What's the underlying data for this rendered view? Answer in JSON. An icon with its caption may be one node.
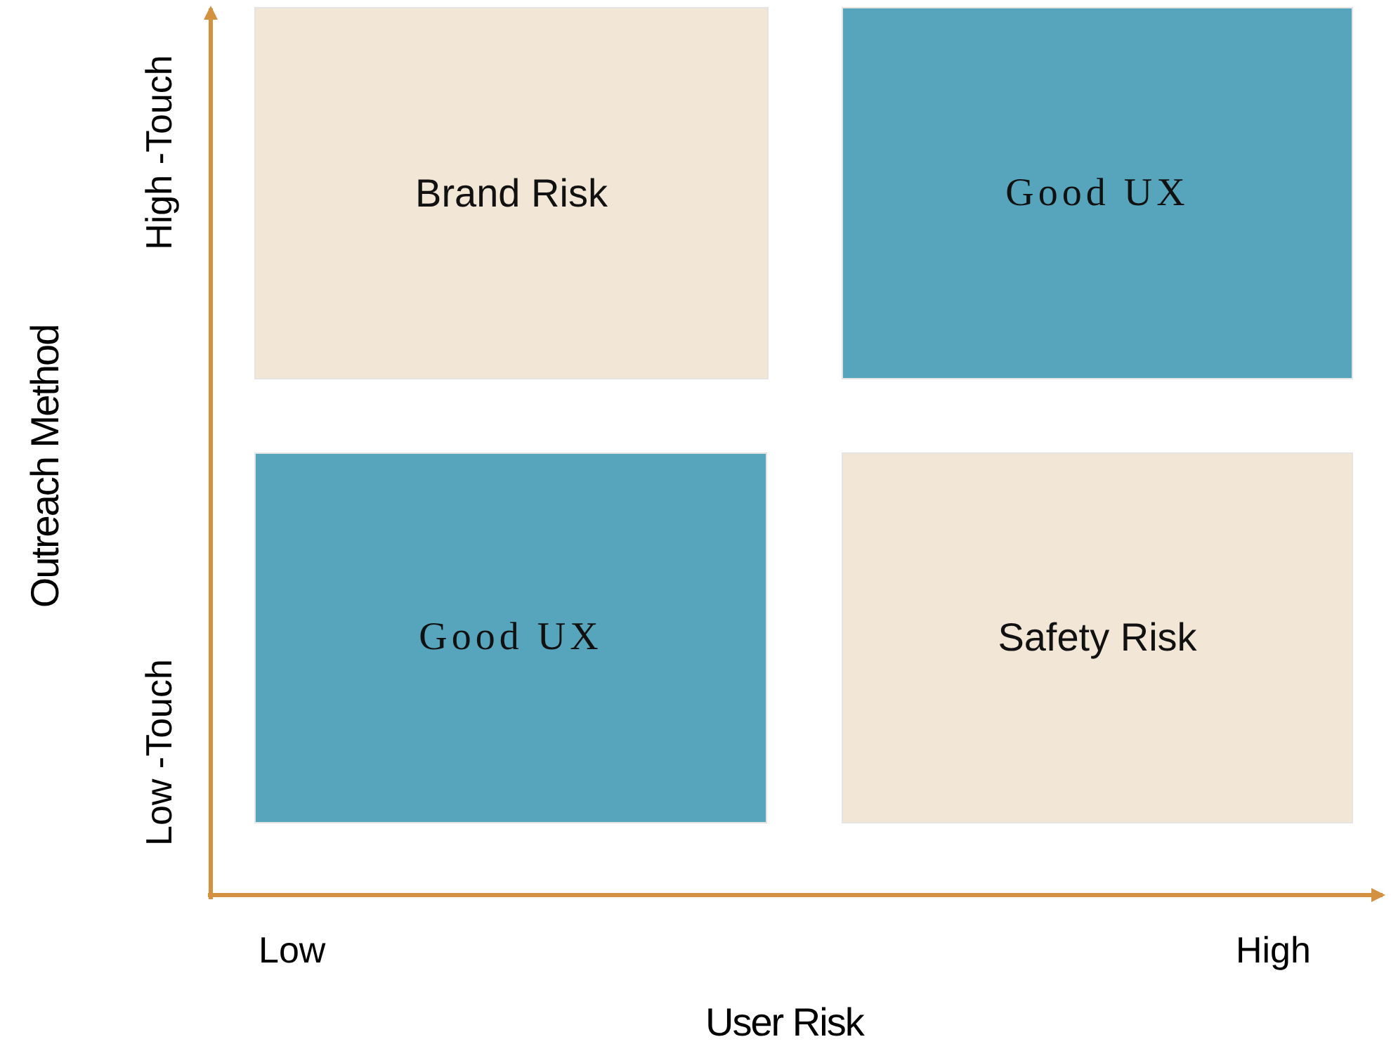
{
  "diagram": {
    "nodes": [
      {
        "text": [
          "Brand Risk"
        ]
      },
      {
        "text": [
          "Good UX"
        ]
      },
      {
        "text": [
          "Good UX"
        ]
      },
      {
        "text": [
          "Safety Risk"
        ]
      }
    ],
    "edges": [],
    "labels": [
      "High -Touch",
      "Outreach Method",
      "Low -Touch",
      "Low",
      "High",
      "User Risk"
    ]
  }
}
